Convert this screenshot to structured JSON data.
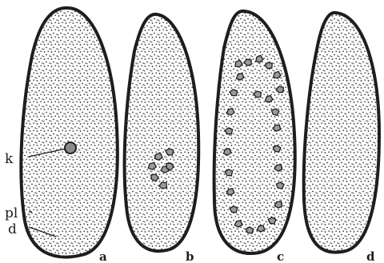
{
  "figure": {
    "panel_labels": {
      "a": "a",
      "b": "b",
      "c": "c",
      "d": "d"
    },
    "callouts": {
      "k": "k",
      "pl": "pl",
      "d": "d"
    }
  },
  "colors": {
    "ink": "#1e1e1e",
    "paper": "#ffffff",
    "nucleus_fill": "#8a8a8a",
    "granule_fill": "#9a9a9a"
  },
  "panels": [
    {
      "id": "a",
      "description_name": "cell-a",
      "granules": 0,
      "nucleus": true
    },
    {
      "id": "b",
      "description_name": "cell-b",
      "granules": 7
    },
    {
      "id": "c",
      "description_name": "cell-c",
      "granules": 26
    },
    {
      "id": "d",
      "description_name": "cell-d",
      "granules": 0
    }
  ]
}
